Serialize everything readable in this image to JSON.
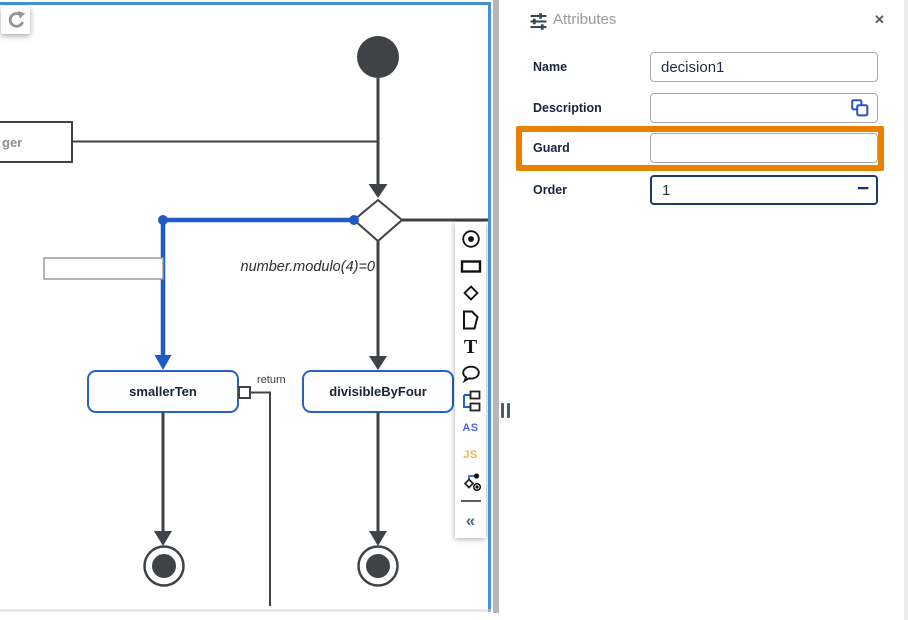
{
  "panel": {
    "title": "Attributes",
    "close_glyph": "✕",
    "fields": {
      "name": {
        "label": "Name",
        "value": "decision1"
      },
      "description": {
        "label": "Description",
        "value": ""
      },
      "guard": {
        "label": "Guard",
        "value": ""
      },
      "order": {
        "label": "Order",
        "value": "1",
        "decrement_glyph": "−"
      }
    },
    "highlight_color": "#E88000"
  },
  "canvas": {
    "integer_box_label": "ger",
    "guard_text": "number.modulo(4)=0",
    "return_label": "return",
    "nodes": {
      "smaller_ten": "smallerTen",
      "divisible_by_four": "divisibleByFour"
    }
  },
  "toolbar": {
    "text_tool_glyph": "T",
    "as_label": "AS",
    "js_label": "JS",
    "collapse_glyph": "«",
    "items": [
      "initial-node",
      "action-rect",
      "decision-diamond",
      "signal-shape",
      "text-tool",
      "comment-bubble",
      "copy-structure",
      "as-script",
      "js-script",
      "node-link",
      "collapse"
    ]
  },
  "colors": {
    "canvas_border": "#4493CF",
    "edge_dark": "#3F4347",
    "edge_selected": "#1E5BC6",
    "node_border": "#2563C9",
    "accent_blue": "#2B50C8",
    "navy": "#1E3A70",
    "highlight_orange": "#E88000"
  }
}
